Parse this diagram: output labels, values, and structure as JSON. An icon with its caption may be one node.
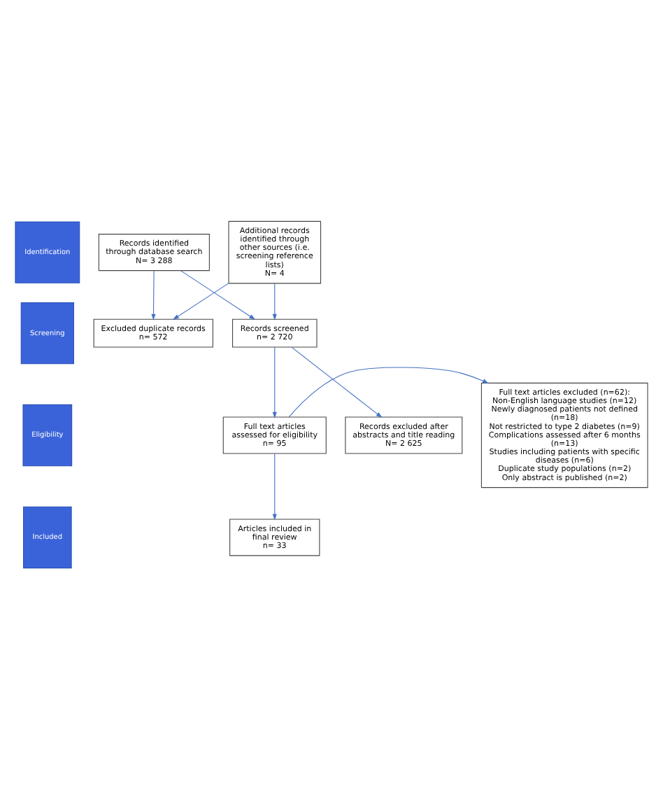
{
  "diagram": {
    "nodes": [
      {
        "text": [
          "Identification"
        ]
      },
      {
        "text": [
          "Records identified through database search",
          "N= 3 288"
        ]
      },
      {
        "text": [
          "Additional records identified through other sources (i.e. screening reference lists)",
          "N= 4"
        ]
      },
      {
        "text": [
          "Excluded duplicate records",
          "n= 572"
        ]
      },
      {
        "text": [
          "Screening"
        ]
      },
      {
        "text": [
          "Records screened",
          "n= 2 720"
        ]
      },
      {
        "text": [
          "Records excluded after abstracts and title reading",
          "N= 2 625"
        ]
      },
      {
        "text": [
          "Eligibility"
        ]
      },
      {
        "text": [
          "Full text articles assessed for eligibility",
          "n= 95"
        ]
      },
      {
        "text": [
          "Full text articles excluded (n=62):",
          "Non-English language studies (n=12)",
          "Newly diagnosed patients not defined (n=18)",
          "Not restricted to type 2 diabetes (n=9)",
          "Complications assessed after 6 months (n=13)",
          "Studies including patients with specific diseases (n=6)",
          "Duplicate study populations (n=2)",
          "Only abstract is published (n=2)"
        ]
      },
      {
        "text": [
          "Included"
        ]
      },
      {
        "text": [
          "Articles included in final review",
          "n= 33"
        ]
      }
    ],
    "edges": [
      {
        "from": 1,
        "to": 5,
        "arrow": "to"
      },
      {
        "from": 2,
        "to": 5,
        "arrow": "to"
      },
      {
        "from": 1,
        "to": 3,
        "arrow": "to"
      },
      {
        "from": 2,
        "to": 3,
        "arrow": "to"
      },
      {
        "from": 5,
        "to": 6,
        "arrow": "to"
      },
      {
        "from": 5,
        "to": 8,
        "arrow": "to"
      },
      {
        "from": 8,
        "to": 9,
        "arrow": "to"
      },
      {
        "from": 8,
        "to": 11,
        "arrow": "to"
      }
    ]
  }
}
